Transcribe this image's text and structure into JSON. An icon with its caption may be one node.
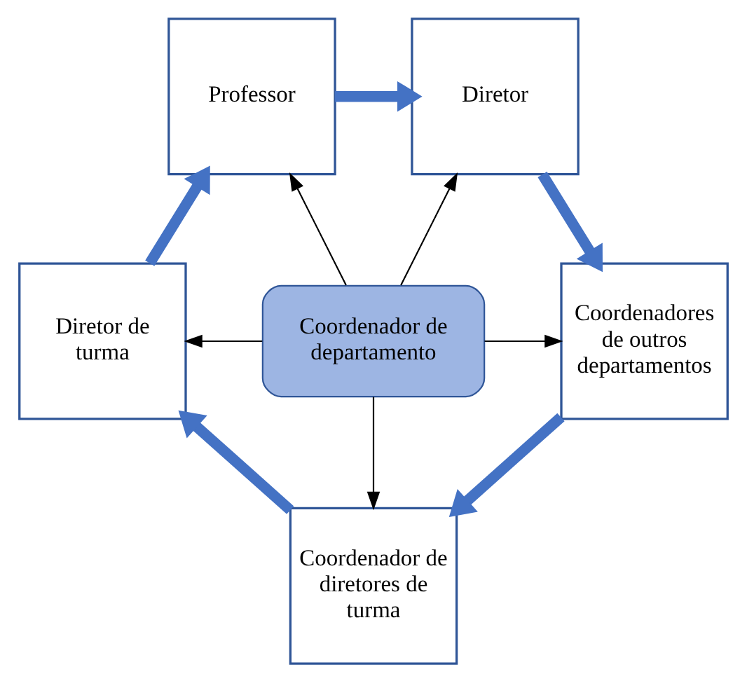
{
  "diagram": {
    "nodes": [
      {
        "text": [
          "Professor"
        ]
      },
      {
        "text": [
          "Diretor"
        ]
      },
      {
        "text": [
          "Coordenadores de outros departamentos"
        ]
      },
      {
        "text": [
          "Coordenador de diretores de turma"
        ]
      },
      {
        "text": [
          "Diretor de turma"
        ]
      },
      {
        "text": [
          "Coordenador de departamento"
        ]
      }
    ],
    "edges": [
      {
        "from": 0,
        "to": 1,
        "arrow": "to",
        "style": "thick",
        "color": "#4472c4"
      },
      {
        "from": 1,
        "to": 2,
        "arrow": "to",
        "style": "thick",
        "color": "#4472c4"
      },
      {
        "from": 2,
        "to": 3,
        "arrow": "to",
        "style": "thick",
        "color": "#4472c4"
      },
      {
        "from": 3,
        "to": 4,
        "arrow": "to",
        "style": "thick",
        "color": "#4472c4"
      },
      {
        "from": 4,
        "to": 0,
        "arrow": "to",
        "style": "thick",
        "color": "#4472c4"
      },
      {
        "from": 5,
        "to": 0,
        "arrow": "to",
        "color": "#000000"
      },
      {
        "from": 5,
        "to": 1,
        "arrow": "to",
        "color": "#000000"
      },
      {
        "from": 5,
        "to": 2,
        "arrow": "to",
        "color": "#000000"
      },
      {
        "from": 5,
        "to": 3,
        "arrow": "to",
        "color": "#000000"
      },
      {
        "from": 5,
        "to": 4,
        "arrow": "to",
        "color": "#000000"
      }
    ]
  }
}
